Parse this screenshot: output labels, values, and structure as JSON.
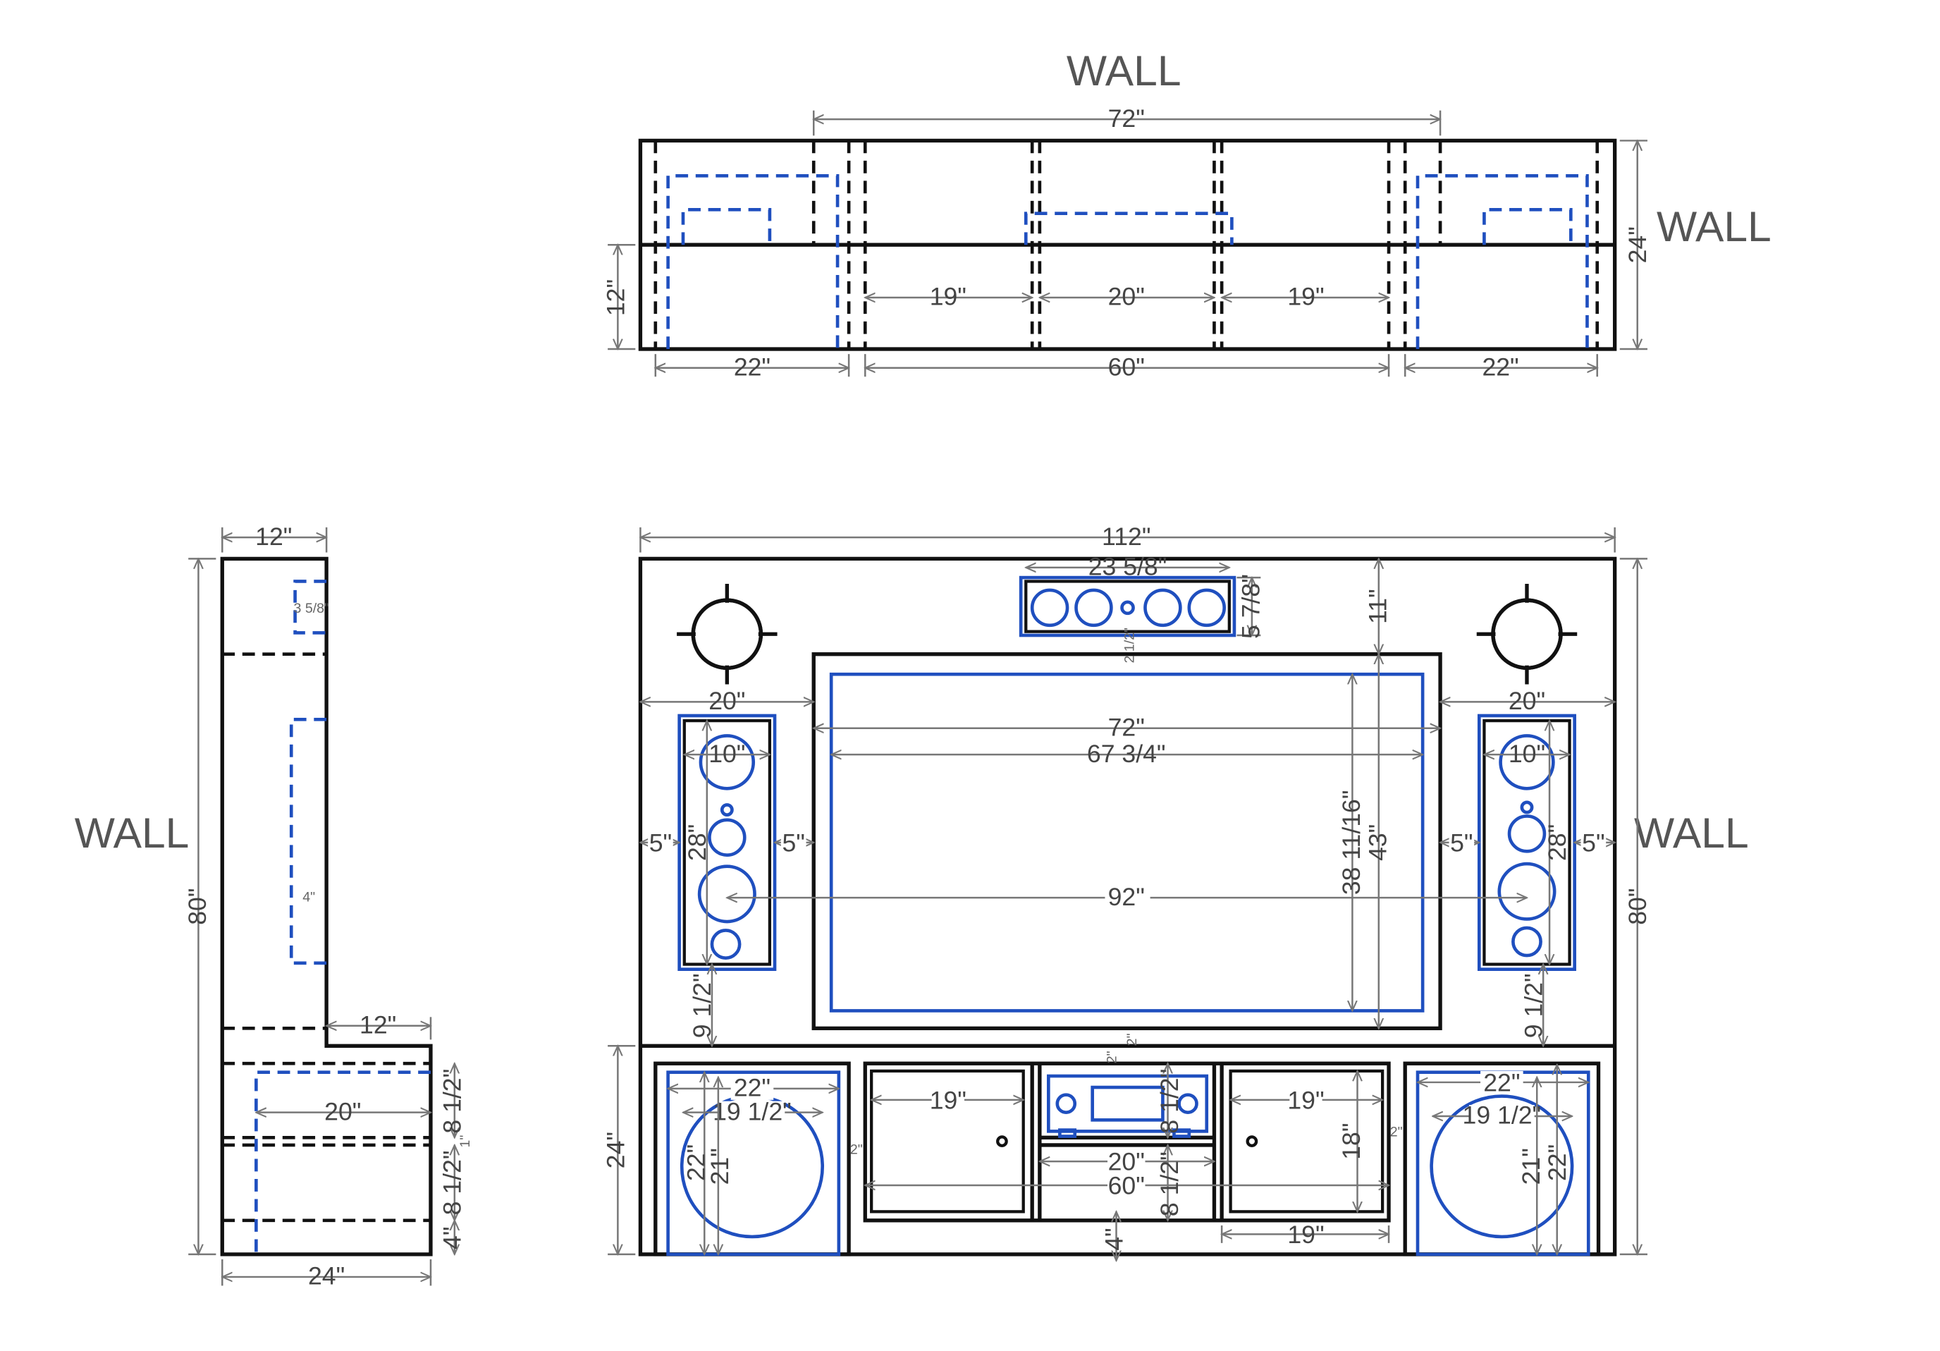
{
  "labels": {
    "wall_top": "WALL",
    "wall_top_right": "WALL",
    "wall_side": "WALL",
    "wall_front_right": "WALL"
  },
  "top_view": {
    "d_72": "72\"",
    "d_24": "24\"",
    "d_12": "12\"",
    "d_19a": "19\"",
    "d_20": "20\"",
    "d_19b": "19\"",
    "d_22a": "22\"",
    "d_60": "60\"",
    "d_22b": "22\""
  },
  "side_view": {
    "d_12_top": "12\"",
    "d_80": "80\"",
    "d_3_5_8": "3 5/8\"",
    "d_4_small": "4\"",
    "d_12_mid": "12\"",
    "d_20": "20\"",
    "d_8_1_2_a": "8 1/2\"",
    "d_1": "1\"",
    "d_8_1_2_b": "8 1/2\"",
    "d_4": "4\"",
    "d_24": "24\""
  },
  "front_view": {
    "d_112": "112\"",
    "d_23_5_8": "23 5/8\"",
    "d_5_7_8": "5 7/8\"",
    "d_11": "11\"",
    "d_2_1_2": "2 1/2\"",
    "d_20_left": "20\"",
    "d_20_right": "20\"",
    "d_72": "72\"",
    "d_67_3_4": "67 3/4\"",
    "d_38_11_16": "38 11/16\"",
    "d_43": "43\"",
    "d_92": "92\"",
    "d_10_left": "10\"",
    "d_10_right": "10\"",
    "d_28_left": "28\"",
    "d_28_right": "28\"",
    "d_5_ll": "5\"",
    "d_5_lr": "5\"",
    "d_5_rl": "5\"",
    "d_5_rr": "5\"",
    "d_9_1_2_left": "9 1/2\"",
    "d_9_1_2_right": "9 1/2\"",
    "d_80": "80\"",
    "d_24": "24\"",
    "d_2_top": "2\"",
    "d_2_top2": "2\"",
    "d_22_sub_l": "22\"",
    "d_19_1_2_l": "19 1/2\"",
    "d_22v_l": "22\"",
    "d_21v_l": "21\"",
    "d_2_left": "2\"",
    "d_19_door_l": "19\"",
    "d_8_1_2_rec": "8 1/2\"",
    "d_19_door_r": "19\"",
    "d_20_center": "20\"",
    "d_60": "60\"",
    "d_8_1_2_low": "8 1/2\"",
    "d_18": "18\"",
    "d_2_right": "2\"",
    "d_4": "4\"",
    "d_19_bottom": "19\"",
    "d_22_sub_r": "22\"",
    "d_19_1_2_r": "19 1/2\"",
    "d_21v_r": "21\"",
    "d_22v_r": "22\""
  }
}
